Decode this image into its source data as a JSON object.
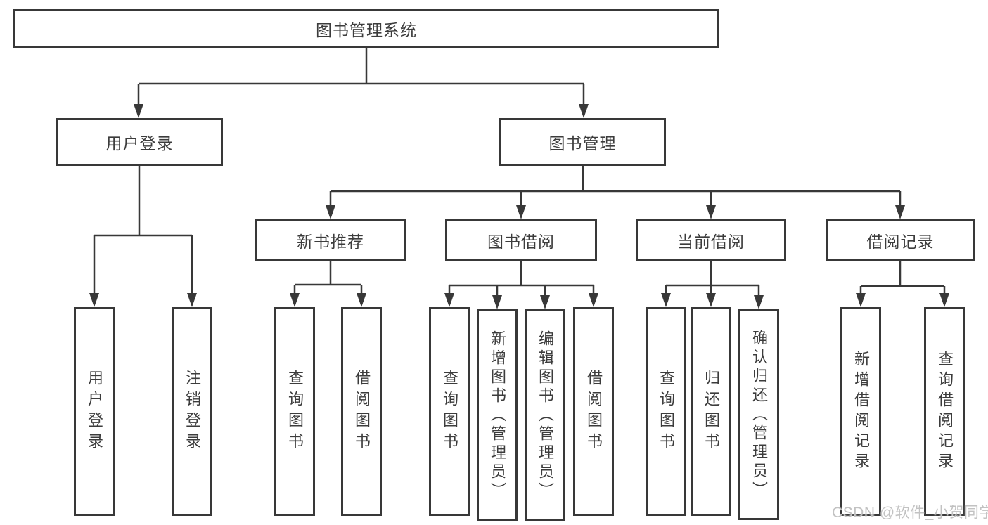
{
  "diagram": {
    "root": {
      "label": "图书管理系统"
    },
    "level2": [
      {
        "label": "用户登录"
      },
      {
        "label": "图书管理"
      }
    ],
    "level3": [
      {
        "label": "新书推荐"
      },
      {
        "label": "图书借阅"
      },
      {
        "label": "当前借阅"
      },
      {
        "label": "借阅记录"
      }
    ],
    "leaves": {
      "user_login": [
        {
          "label": "用户登录"
        },
        {
          "label": "注销登录"
        }
      ],
      "new_book": [
        {
          "label": "查询图书"
        },
        {
          "label": "借阅图书"
        }
      ],
      "book_borrow": [
        {
          "label": "查询图书"
        },
        {
          "label": "新增图书（管理员）"
        },
        {
          "label": "编辑图书（管理员）"
        },
        {
          "label": "借阅图书"
        }
      ],
      "current_borrow": [
        {
          "label": "查询图书"
        },
        {
          "label": "归还图书"
        },
        {
          "label": "确认归还（管理员）"
        }
      ],
      "borrow_record": [
        {
          "label": "新增借阅记录"
        },
        {
          "label": "查询借阅记录"
        }
      ]
    }
  },
  "watermark": {
    "text": "CSDN @软件_小贺同学"
  },
  "colors": {
    "line": "#383838",
    "text": "#3c3c3c",
    "background": "#ffffff",
    "watermark_gray": "#c2c2c2"
  }
}
